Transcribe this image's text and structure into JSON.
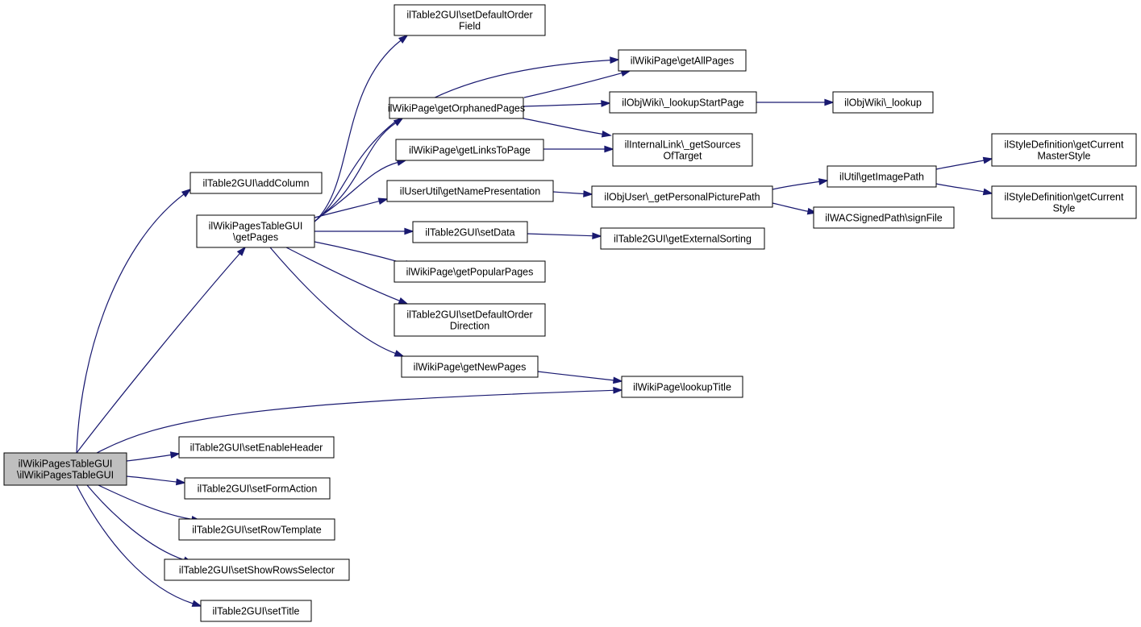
{
  "colors": {
    "node_fill": "#ffffff",
    "root_fill": "#bfbfbf",
    "node_border": "#000000",
    "edge": "#191970"
  },
  "nodes": [
    {
      "id": "root",
      "lines": [
        "ilWikiPagesTableGUI",
        "\\ilWikiPagesTableGUI"
      ],
      "root": true
    },
    {
      "id": "addColumn",
      "lines": [
        "ilTable2GUI\\addColumn"
      ]
    },
    {
      "id": "getPages",
      "lines": [
        "ilWikiPagesTableGUI",
        "\\getPages"
      ]
    },
    {
      "id": "setDefaultOrderField",
      "lines": [
        "ilTable2GUI\\setDefaultOrder",
        "Field"
      ]
    },
    {
      "id": "getAllPages",
      "lines": [
        "ilWikiPage\\getAllPages"
      ]
    },
    {
      "id": "getOrphanedPages",
      "lines": [
        "ilWikiPage\\getOrphanedPages"
      ]
    },
    {
      "id": "lookupStartPage",
      "lines": [
        "ilObjWiki\\_lookupStartPage"
      ]
    },
    {
      "id": "objWikiLookup",
      "lines": [
        "ilObjWiki\\_lookup"
      ]
    },
    {
      "id": "getSourcesOfTarget",
      "lines": [
        "ilInternalLink\\_getSources",
        "OfTarget"
      ]
    },
    {
      "id": "getLinksToPage",
      "lines": [
        "ilWikiPage\\getLinksToPage"
      ]
    },
    {
      "id": "getNamePresentation",
      "lines": [
        "ilUserUtil\\getNamePresentation"
      ]
    },
    {
      "id": "getPersonalPicturePath",
      "lines": [
        "ilObjUser\\_getPersonalPicturePath"
      ]
    },
    {
      "id": "getImagePath",
      "lines": [
        "ilUtil\\getImagePath"
      ]
    },
    {
      "id": "getCurrentMasterStyle",
      "lines": [
        "ilStyleDefinition\\getCurrent",
        "MasterStyle"
      ]
    },
    {
      "id": "getCurrentStyle",
      "lines": [
        "ilStyleDefinition\\getCurrent",
        "Style"
      ]
    },
    {
      "id": "signFile",
      "lines": [
        "ilWACSignedPath\\signFile"
      ]
    },
    {
      "id": "setData",
      "lines": [
        "ilTable2GUI\\setData"
      ]
    },
    {
      "id": "getExternalSorting",
      "lines": [
        "ilTable2GUI\\getExternalSorting"
      ]
    },
    {
      "id": "getPopularPages",
      "lines": [
        "ilWikiPage\\getPopularPages"
      ]
    },
    {
      "id": "setDefaultOrderDirection",
      "lines": [
        "ilTable2GUI\\setDefaultOrder",
        "Direction"
      ]
    },
    {
      "id": "getNewPages",
      "lines": [
        "ilWikiPage\\getNewPages"
      ]
    },
    {
      "id": "lookupTitle",
      "lines": [
        "ilWikiPage\\lookupTitle"
      ]
    },
    {
      "id": "setEnableHeader",
      "lines": [
        "ilTable2GUI\\setEnableHeader"
      ]
    },
    {
      "id": "setFormAction",
      "lines": [
        "ilTable2GUI\\setFormAction"
      ]
    },
    {
      "id": "setRowTemplate",
      "lines": [
        "ilTable2GUI\\setRowTemplate"
      ]
    },
    {
      "id": "setShowRowsSelector",
      "lines": [
        "ilTable2GUI\\setShowRowsSelector"
      ]
    },
    {
      "id": "setTitle",
      "lines": [
        "ilTable2GUI\\setTitle"
      ]
    }
  ],
  "edges": [
    {
      "from": "root",
      "to": "addColumn"
    },
    {
      "from": "root",
      "to": "getPages"
    },
    {
      "from": "root",
      "to": "lookupTitle"
    },
    {
      "from": "root",
      "to": "setEnableHeader"
    },
    {
      "from": "root",
      "to": "setFormAction"
    },
    {
      "from": "root",
      "to": "setRowTemplate"
    },
    {
      "from": "root",
      "to": "setShowRowsSelector"
    },
    {
      "from": "root",
      "to": "setTitle"
    },
    {
      "from": "getPages",
      "to": "setDefaultOrderField"
    },
    {
      "from": "getPages",
      "to": "getAllPages"
    },
    {
      "from": "getPages",
      "to": "getOrphanedPages"
    },
    {
      "from": "getPages",
      "to": "getLinksToPage"
    },
    {
      "from": "getPages",
      "to": "getNamePresentation"
    },
    {
      "from": "getPages",
      "to": "setData"
    },
    {
      "from": "getPages",
      "to": "getPopularPages"
    },
    {
      "from": "getPages",
      "to": "setDefaultOrderDirection"
    },
    {
      "from": "getPages",
      "to": "getNewPages"
    },
    {
      "from": "getOrphanedPages",
      "to": "getAllPages"
    },
    {
      "from": "getOrphanedPages",
      "to": "lookupStartPage"
    },
    {
      "from": "getOrphanedPages",
      "to": "getSourcesOfTarget"
    },
    {
      "from": "lookupStartPage",
      "to": "objWikiLookup"
    },
    {
      "from": "getLinksToPage",
      "to": "getSourcesOfTarget"
    },
    {
      "from": "getNamePresentation",
      "to": "getPersonalPicturePath"
    },
    {
      "from": "getPersonalPicturePath",
      "to": "getImagePath"
    },
    {
      "from": "getPersonalPicturePath",
      "to": "signFile"
    },
    {
      "from": "getImagePath",
      "to": "getCurrentMasterStyle"
    },
    {
      "from": "getImagePath",
      "to": "getCurrentStyle"
    },
    {
      "from": "setData",
      "to": "getExternalSorting"
    },
    {
      "from": "getNewPages",
      "to": "lookupTitle"
    }
  ]
}
